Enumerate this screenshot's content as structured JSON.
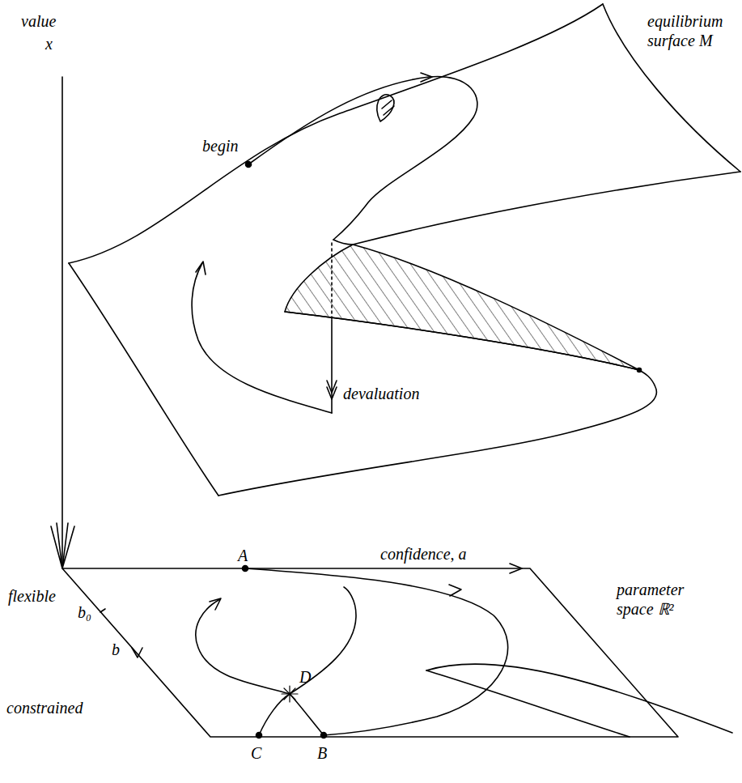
{
  "diagram": {
    "labels": [
      "value",
      "x",
      "equilibrium surface M",
      "begin",
      "devaluation",
      "A",
      "confidence, a",
      "parameter space ℝ²",
      "flexible",
      "b₀",
      "b",
      "constrained",
      "D",
      "C",
      "B"
    ]
  }
}
